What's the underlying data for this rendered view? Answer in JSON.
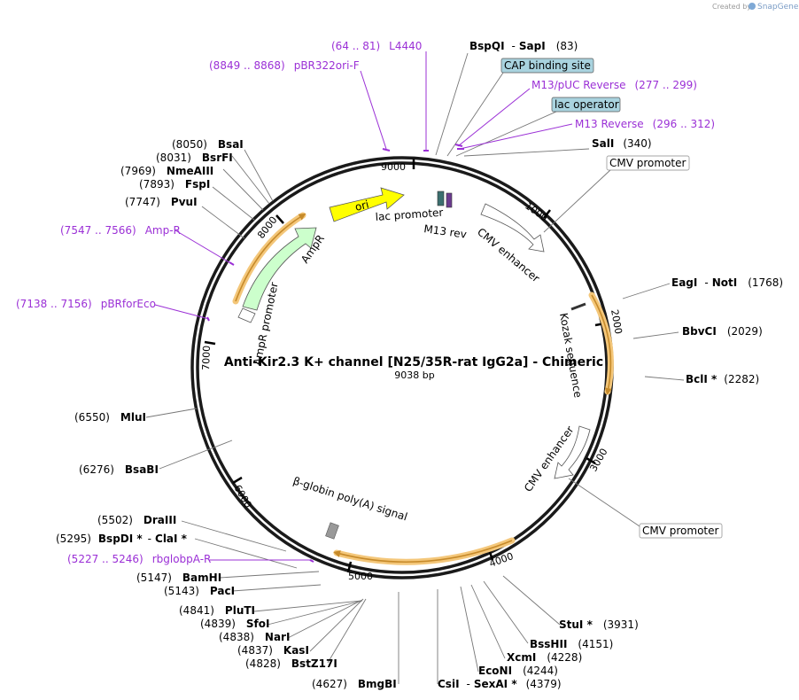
{
  "credit": {
    "label": "Created by",
    "brand": "SnapGene"
  },
  "map": {
    "title": "Anti-Kir2.3 K+ channel [N25/35R-rat IgG2a] - Chimeric",
    "length": "9038 bp"
  },
  "ticks": [
    {
      "label": "1000"
    },
    {
      "label": "2000"
    },
    {
      "label": "3000"
    },
    {
      "label": "4000"
    },
    {
      "label": "5000"
    },
    {
      "label": "6000"
    },
    {
      "label": "7000"
    },
    {
      "label": "8000"
    },
    {
      "label": "9000"
    }
  ],
  "features": [
    {
      "label": "ori"
    },
    {
      "label": "AmpR"
    },
    {
      "label": "AmpR promoter"
    },
    {
      "label": "lac promoter"
    },
    {
      "label": "M13 rev"
    },
    {
      "label": "CMV enhancer"
    },
    {
      "label": "Kozak sequence"
    },
    {
      "label": "CMV enhancer"
    },
    {
      "label": "β-globin poly(A) signal"
    }
  ],
  "sites": [
    {
      "name": "BspQI",
      "name2": "SapI",
      "pos": "(83)"
    },
    {
      "name": "SalI",
      "pos": "(340)"
    },
    {
      "name": "EagI",
      "name2": "NotI",
      "pos": "(1768)"
    },
    {
      "name": "BbvCI",
      "pos": "(2029)"
    },
    {
      "name": "BclI *",
      "pos": "(2282)"
    },
    {
      "name": "StuI *",
      "pos": "(3931)"
    },
    {
      "name": "BssHII",
      "pos": "(4151)"
    },
    {
      "name": "XcmI",
      "pos": "(4228)"
    },
    {
      "name": "EcoNI",
      "pos": "(4244)"
    },
    {
      "name": "CsiI",
      "name2": "SexAI *",
      "pos": "(4379)"
    },
    {
      "name": "BmgBI",
      "pos": "(4627)"
    },
    {
      "name": "BstZ17I",
      "pos": "(4828)"
    },
    {
      "name": "KasI",
      "pos": "(4837)"
    },
    {
      "name": "NarI",
      "pos": "(4838)"
    },
    {
      "name": "SfoI",
      "pos": "(4839)"
    },
    {
      "name": "PluTI",
      "pos": "(4841)"
    },
    {
      "name": "PacI",
      "pos": "(5143)"
    },
    {
      "name": "BamHI",
      "pos": "(5147)"
    },
    {
      "name": "BspDI *",
      "name2": "ClaI *",
      "pos": "(5295)"
    },
    {
      "name": "DraIII",
      "pos": "(5502)"
    },
    {
      "name": "BsaBI",
      "pos": "(6276)"
    },
    {
      "name": "MluI",
      "pos": "(6550)"
    },
    {
      "name": "PvuI",
      "pos": "(7747)"
    },
    {
      "name": "FspI",
      "pos": "(7893)"
    },
    {
      "name": "NmeAIII",
      "pos": "(7969)"
    },
    {
      "name": "BsrFI",
      "pos": "(8031)"
    },
    {
      "name": "BsaI",
      "pos": "(8050)"
    }
  ],
  "primers": [
    {
      "range": "(64 .. 81)",
      "name": "L4440"
    },
    {
      "range": "(8849 .. 8868)",
      "name": "pBR322ori-F"
    },
    {
      "name": "M13/pUC Reverse",
      "range": "(277 .. 299)"
    },
    {
      "name": "M13 Reverse",
      "range": "(296 .. 312)"
    },
    {
      "range": "(7547 .. 7566)",
      "name": "Amp-R"
    },
    {
      "range": "(7138 .. 7156)",
      "name": "pBRforEco"
    },
    {
      "range": "(5227 .. 5246)",
      "name": "rbglobpA-R"
    }
  ],
  "boxes": [
    {
      "label": "CAP binding site",
      "color": "#a9d3df"
    },
    {
      "label": "lac operator",
      "color": "#a9d3df"
    },
    {
      "label": "CMV promoter",
      "color": "#ffffff"
    },
    {
      "label": "CMV promoter",
      "color": "#ffffff"
    }
  ],
  "colors": {
    "primer": "#9b30d6",
    "ori": "#ffff00",
    "ampr": "#ccffcc",
    "orf_highlight": "#f4c77a",
    "orf_line": "#c68a2a"
  }
}
